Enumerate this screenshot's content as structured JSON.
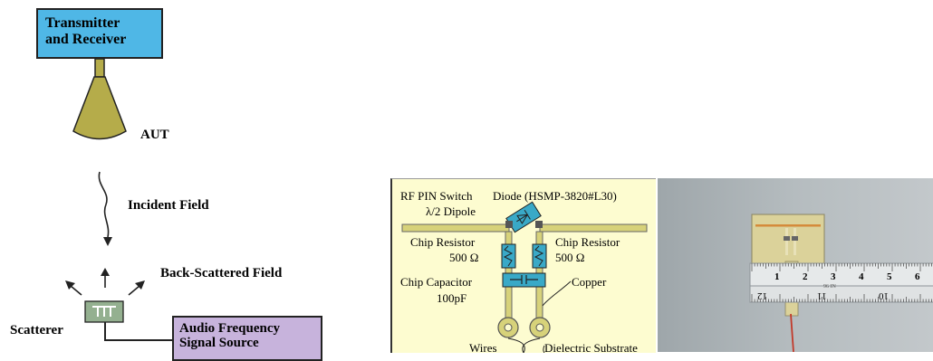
{
  "setup": {
    "transceiver_line1": "Transmitter",
    "transceiver_line2": "and Receiver",
    "aut_label": "AUT",
    "incident_label": "Incident Field",
    "backscatter_label": "Back-Scattered Field",
    "scatterer_label": "Scatterer",
    "source_line1": "Audio Frequency",
    "source_line2": "Signal Source"
  },
  "schematic": {
    "title_left": "RF PIN Switch",
    "title_right": "Diode (HSMP-3820#L30)",
    "dipole_label": "λ/2 Dipole",
    "chip_resistor_left": "Chip Resistor",
    "resistor_value_left": "500 Ω",
    "chip_resistor_right": "Chip Resistor",
    "resistor_value_right": "500 Ω",
    "chip_capacitor": "Chip Capacitor",
    "capacitor_value": "100pF",
    "copper_label": "Copper",
    "wires_label": "Wires",
    "substrate_label": "Dielectric Substrate"
  },
  "photo": {
    "ruler_top_numbers": [
      "1",
      "2",
      "3",
      "4",
      "5",
      "6"
    ],
    "ruler_bottom_numbers": [
      "12",
      "11",
      "10"
    ],
    "ruler_center_mark": "96 IN"
  },
  "colors": {
    "box_fill": "#4fb7e6",
    "source_fill": "#c7b3dc",
    "horn_fill": "#b5ac4a",
    "scatterer_fill": "#94b090",
    "schematic_bg": "#fdfcd0",
    "trace_fill": "#d7d27a",
    "component_fill": "#39a9c7",
    "photo_bg": "#a8afb3"
  }
}
